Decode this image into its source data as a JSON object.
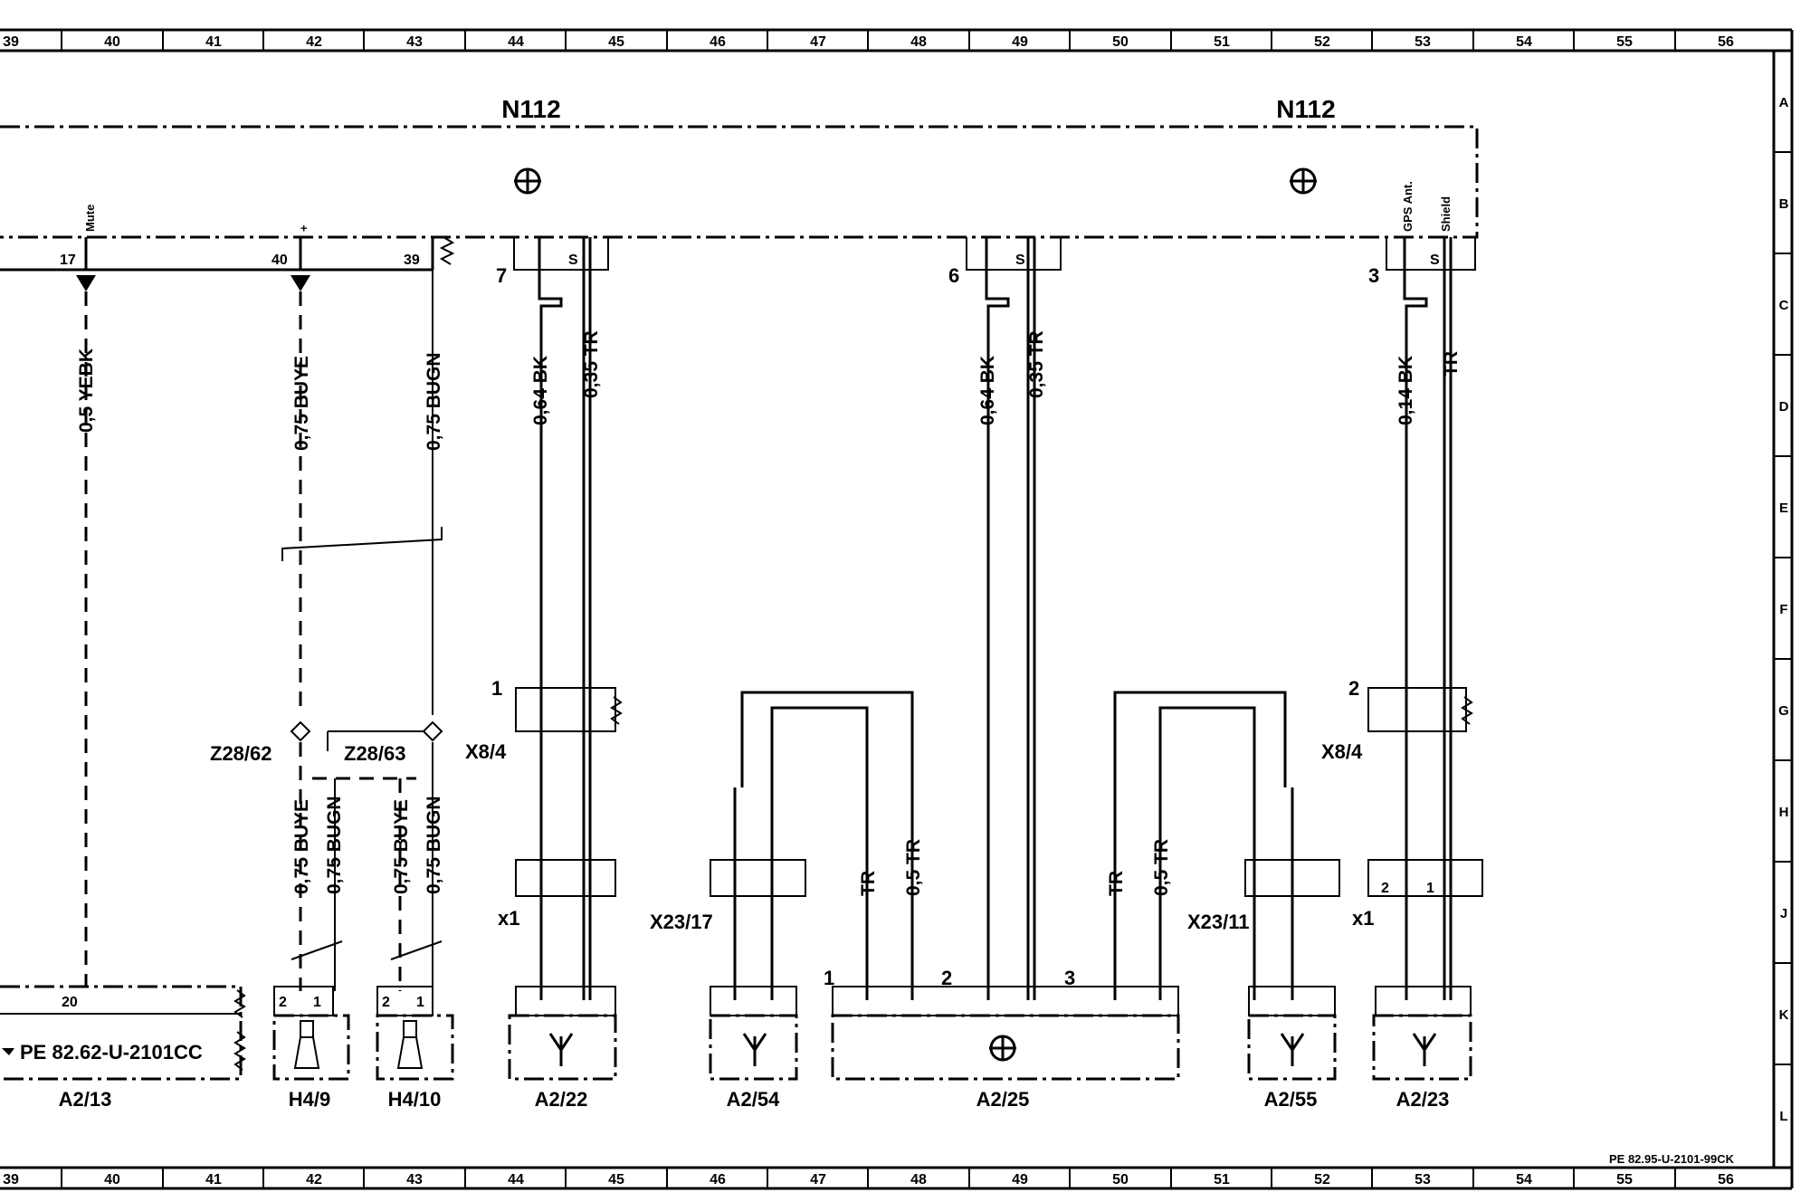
{
  "ruler": {
    "top_numbers": [
      "39",
      "40",
      "41",
      "42",
      "43",
      "44",
      "45",
      "46",
      "47",
      "48",
      "49",
      "50",
      "51",
      "52",
      "53",
      "54",
      "55",
      "56"
    ],
    "bottom_numbers": [
      "39",
      "40",
      "41",
      "42",
      "43",
      "44",
      "45",
      "46",
      "47",
      "48",
      "49",
      "50",
      "51",
      "52",
      "53",
      "54",
      "55",
      "56"
    ],
    "row_letters": [
      "A",
      "B",
      "C",
      "D",
      "E",
      "F",
      "G",
      "H",
      "J",
      "K",
      "L"
    ]
  },
  "module": {
    "label_left": "N112",
    "label_right": "N112",
    "pin_mute": "Mute",
    "pin_plus": "+",
    "pin_gps": "GPS Ant.",
    "pin_shield": "Shield",
    "pin_17": "17",
    "pin_40": "40",
    "pin_39": "39",
    "pin_7": "7",
    "pin_6": "6",
    "pin_3": "3",
    "s": "S"
  },
  "wires": {
    "w1": "0,5 YEBK",
    "w2": "0,75 BUYE",
    "w3": "0,75 BUGN",
    "w4": "0,64 BK",
    "w5": "0,35 TR",
    "w6": "0,64 BK",
    "w7": "0,35 TR",
    "w8": "0,14 BK",
    "w9": "TR",
    "h1": "0,75 BUYE",
    "h2": "0,75 BUGN",
    "h3": "0,75 BUYE",
    "h4": "0,75 BUGN",
    "t1": "TR",
    "t2": "0,5 TR",
    "t3": "TR",
    "t4": "0,5 TR"
  },
  "connectors": {
    "z62": "Z28/62",
    "z63": "Z28/63",
    "x8_left": "X8/4",
    "x8_right": "X8/4",
    "x1_left": "x1",
    "x1_right": "x1",
    "x23_17": "X23/17",
    "x23_11": "X23/11",
    "pin1_left": "1",
    "pin2_right": "2",
    "pin_r2": "2",
    "pin_r1": "1"
  },
  "components": {
    "a2_13": "A2/13",
    "a2_13_ref": "PE 82.62-U-2101CC",
    "a2_13_pin": "20",
    "h4_9": "H4/9",
    "h4_10": "H4/10",
    "h_pin2": "2",
    "h_pin1": "1",
    "a2_22": "A2/22",
    "a2_54": "A2/54",
    "a2_25": "A2/25",
    "a2_25_pin1": "1",
    "a2_25_pin2": "2",
    "a2_25_pin3": "3",
    "a2_55": "A2/55",
    "a2_23": "A2/23"
  },
  "footer": {
    "doc_id": "PE 82.95-U-2101-99CK"
  }
}
